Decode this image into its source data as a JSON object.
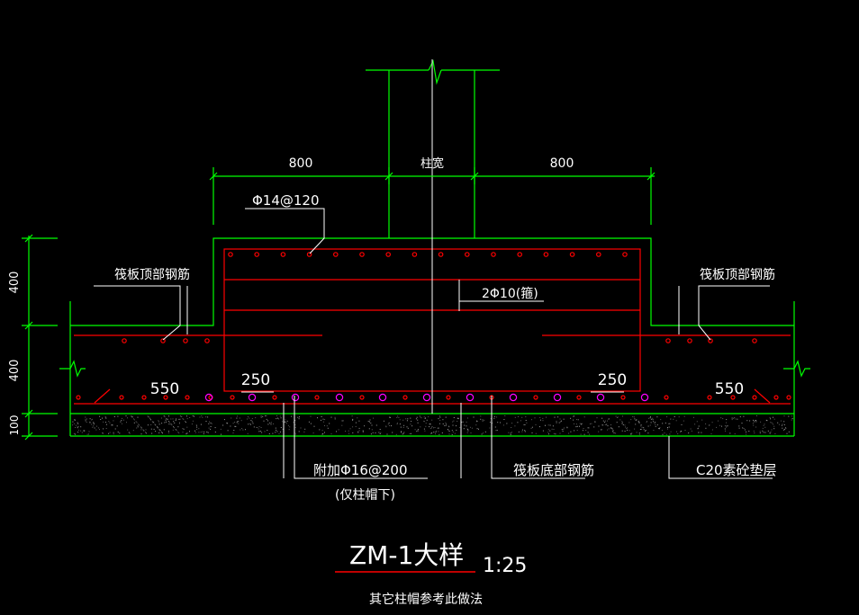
{
  "dimensions": {
    "left_offset": "800",
    "column_width": "柱宽",
    "right_offset": "800",
    "height_upper": "400",
    "height_mid": "400",
    "height_bottom": "100",
    "left_slab_bottom_width": "550",
    "left_cap_bottom_width": "250",
    "right_cap_bottom_width": "250",
    "right_slab_bottom_width": "550"
  },
  "labels": {
    "cap_top_rebar": "Φ14@120",
    "stirrup": "2Φ10(箍)",
    "raft_top_rebar_left": "筏板顶部钢筋",
    "raft_top_rebar_right": "筏板顶部钢筋",
    "additional_rebar": "附加Φ16@200",
    "additional_rebar_note": "(仅柱帽下)",
    "raft_bottom_rebar": "筏板底部钢筋",
    "cushion_layer": "C20素砼垫层"
  },
  "title": {
    "main": "ZM-1大样",
    "scale": "1:25",
    "note": "其它柱帽参考此做法"
  },
  "colors": {
    "concrete_outline": "#00ff00",
    "rebar": "#ff0000",
    "added_rebar": "#ff00ff",
    "annotation": "#ffffff",
    "background": "#000000"
  }
}
